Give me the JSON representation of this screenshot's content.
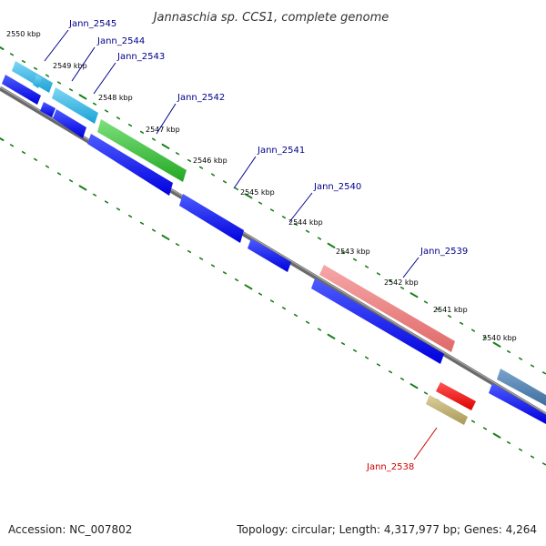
{
  "title": "Jannaschia sp. CCS1, complete genome",
  "footer": {
    "accession": "Accession: NC_007802",
    "topology": "Topology: circular; Length: 4,317,977 bp; Genes: 4,264"
  },
  "colors": {
    "forward_cds": "#0000ee",
    "backbone": "#777777",
    "tick": "#1a7f1a",
    "gene_label": "#00008b",
    "highlight_label": "#cc0000"
  },
  "kbp_labels": [
    "2550 kbp",
    "2549 kbp",
    "2548 kbp",
    "2547 kbp",
    "2546 kbp",
    "2545 kbp",
    "2544 kbp",
    "2543 kbp",
    "2542 kbp",
    "2541 kbp",
    "2540 kbp"
  ],
  "genes": [
    {
      "name": "Jann_2545",
      "color": "#29b6e8"
    },
    {
      "name": "Jann_2544",
      "color": "#29b6e8"
    },
    {
      "name": "Jann_2543",
      "color": "#29b6e8"
    },
    {
      "name": "Jann_2542",
      "color": "#3cc43c"
    },
    {
      "name": "Jann_2541",
      "color": "#0000ee"
    },
    {
      "name": "Jann_2540",
      "color": "#0000ee"
    },
    {
      "name": "Jann_2539",
      "color": "#f08080"
    },
    {
      "name": "Jann_2538",
      "color": "#c8b878"
    }
  ]
}
